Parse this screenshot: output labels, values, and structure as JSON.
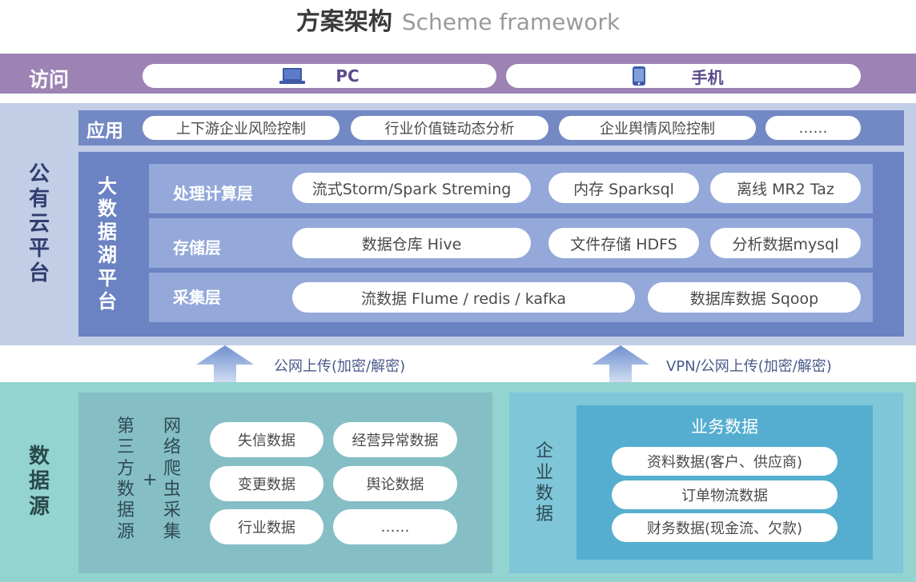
{
  "title": {
    "cn": "方案架构",
    "en": "Scheme framework"
  },
  "access": {
    "label": "访问",
    "pc": {
      "label": "PC",
      "icon": "laptop-icon"
    },
    "mobile": {
      "label": "手机",
      "icon": "phone-icon"
    }
  },
  "cloud": {
    "label": "公有云平台",
    "app": {
      "label": "应用",
      "items": [
        "上下游企业风险控制",
        "行业价值链动态分析",
        "企业舆情风险控制",
        "……"
      ]
    },
    "lake": {
      "label": "大数据湖平台",
      "compute": {
        "label": "处理计算层",
        "items": [
          "流式Storm/Spark Streming",
          "内存 Sparksql",
          "离线 MR2 Taz"
        ]
      },
      "storage": {
        "label": "存储层",
        "items": [
          "数据仓库 Hive",
          "文件存储 HDFS",
          "分析数据mysql"
        ]
      },
      "collect": {
        "label": "采集层",
        "items": [
          "流数据 Flume / redis / kafka",
          "数据库数据 Sqoop"
        ]
      }
    }
  },
  "transfer": {
    "left": "公网上传(加密/解密)",
    "right": "VPN/公网上传(加密/解密)"
  },
  "source": {
    "label": "数据源",
    "third_party": "第三方数据源",
    "plus": "+",
    "crawler": "网络爬虫采集",
    "items": [
      "失信数据",
      "经营异常数据",
      "变更数据",
      "舆论数据",
      "行业数据",
      "……"
    ],
    "enterprise": {
      "label": "企业数据",
      "biz_title": "业务数据",
      "items": [
        "资料数据(客户、供应商)",
        "订单物流数据",
        "财务数据(现金流、欠款)"
      ]
    }
  },
  "colors": {
    "access": "#9c83b4",
    "cloud": "#c2cde6",
    "app_bar": "#7389c4",
    "lake": "#6b82c3",
    "layer": "#94a8da",
    "source": "#93d3d0",
    "business": "#55aed0"
  }
}
